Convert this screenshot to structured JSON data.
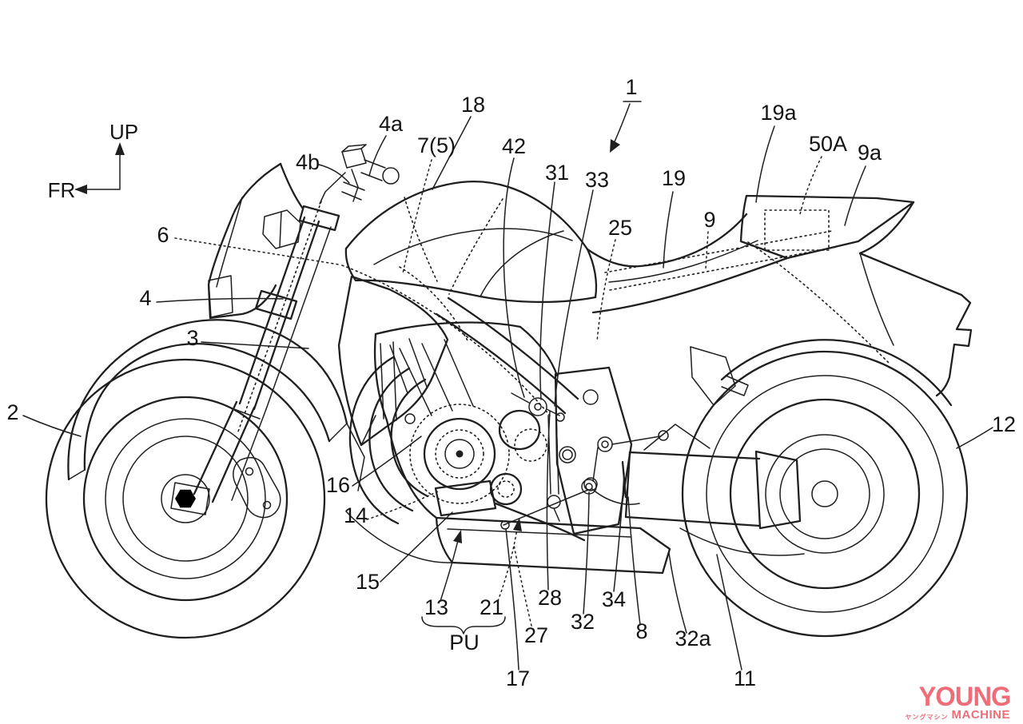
{
  "figure": {
    "orientation": {
      "up": "UP",
      "fr": "FR"
    },
    "labels": {
      "n1": "1",
      "n2": "2",
      "n3": "3",
      "n4": "4",
      "n4a": "4a",
      "n4b": "4b",
      "n6": "6",
      "n7_5": "7(5)",
      "n8": "8",
      "n9": "9",
      "n9a": "9a",
      "n11": "11",
      "n12": "12",
      "n13": "13",
      "n14": "14",
      "n15": "15",
      "n16": "16",
      "n17": "17",
      "n18": "18",
      "n19": "19",
      "n19a": "19a",
      "n21": "21",
      "n25": "25",
      "n27": "27",
      "n28": "28",
      "n31": "31",
      "n32": "32",
      "n32a": "32a",
      "n33": "33",
      "n34": "34",
      "n42": "42",
      "n50A": "50A"
    },
    "group_label": "PU"
  },
  "watermark": {
    "title": "YOUNG",
    "katakana": "ヤングマシン",
    "subtitle": "MACHINE",
    "color": "#ef6d78"
  },
  "colors": {
    "line": "#1f1f1f",
    "background": "#ffffff"
  }
}
